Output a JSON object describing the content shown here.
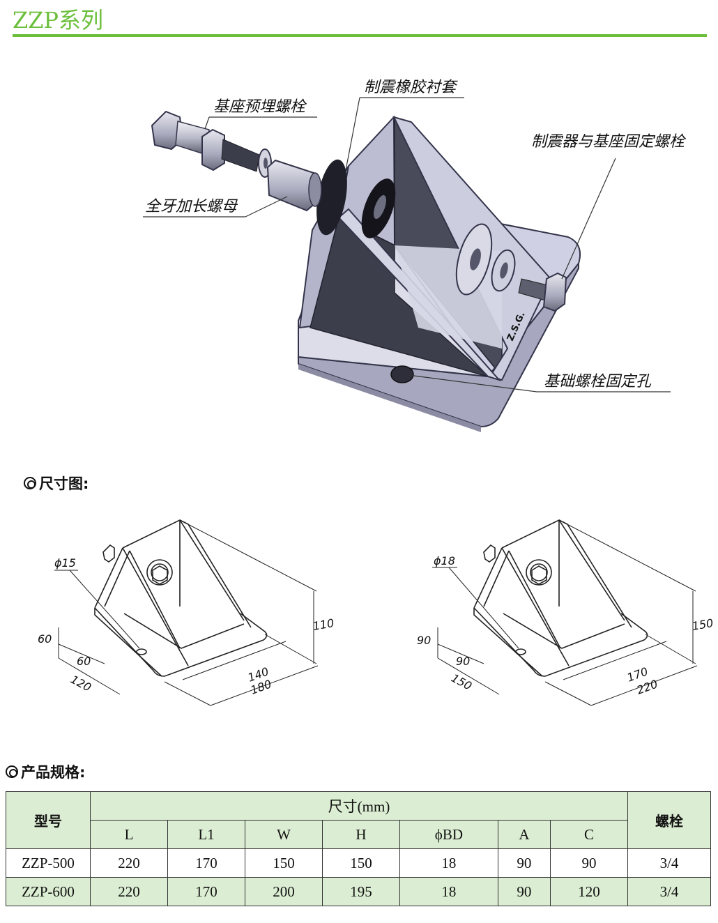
{
  "header": {
    "title": "ZZP系列"
  },
  "exploded_view": {
    "labels": {
      "anchor_bolt": "基座预埋螺栓",
      "rubber_bushing": "制震橡胶衬套",
      "fixing_bolt": "制震器与基座固定螺栓",
      "long_nut": "全牙加长螺母",
      "foundation_hole": "基础螺栓固定孔"
    },
    "stamp": "Z.S.G."
  },
  "dimension_section": {
    "title": "尺寸图:",
    "left": {
      "hole": "ϕ15",
      "h60": "60",
      "w60": "60",
      "w120": "120",
      "l140": "140",
      "l180": "180",
      "h110": "110"
    },
    "right": {
      "hole": "ϕ18",
      "h90": "90",
      "w90": "90",
      "w150": "150",
      "l170": "170",
      "l220": "220",
      "h150": "150"
    }
  },
  "spec_section": {
    "title": "产品规格:",
    "header": {
      "model": "型号",
      "dims": "尺寸(mm)",
      "bolt": "螺栓",
      "cols": [
        "L",
        "L1",
        "W",
        "H",
        "ϕBD",
        "A",
        "C"
      ]
    },
    "rows": [
      {
        "model": "ZZP-500",
        "values": [
          "220",
          "170",
          "150",
          "150",
          "18",
          "90",
          "90"
        ],
        "bolt": "3/4"
      },
      {
        "model": "ZZP-600",
        "values": [
          "220",
          "170",
          "200",
          "195",
          "18",
          "90",
          "120"
        ],
        "bolt": "3/4"
      }
    ]
  },
  "colors": {
    "accent": "#6cbf3c",
    "table_fill": "#dbedd2",
    "metal_light": "#cfd0e3",
    "metal_dark": "#3d3e4c"
  }
}
